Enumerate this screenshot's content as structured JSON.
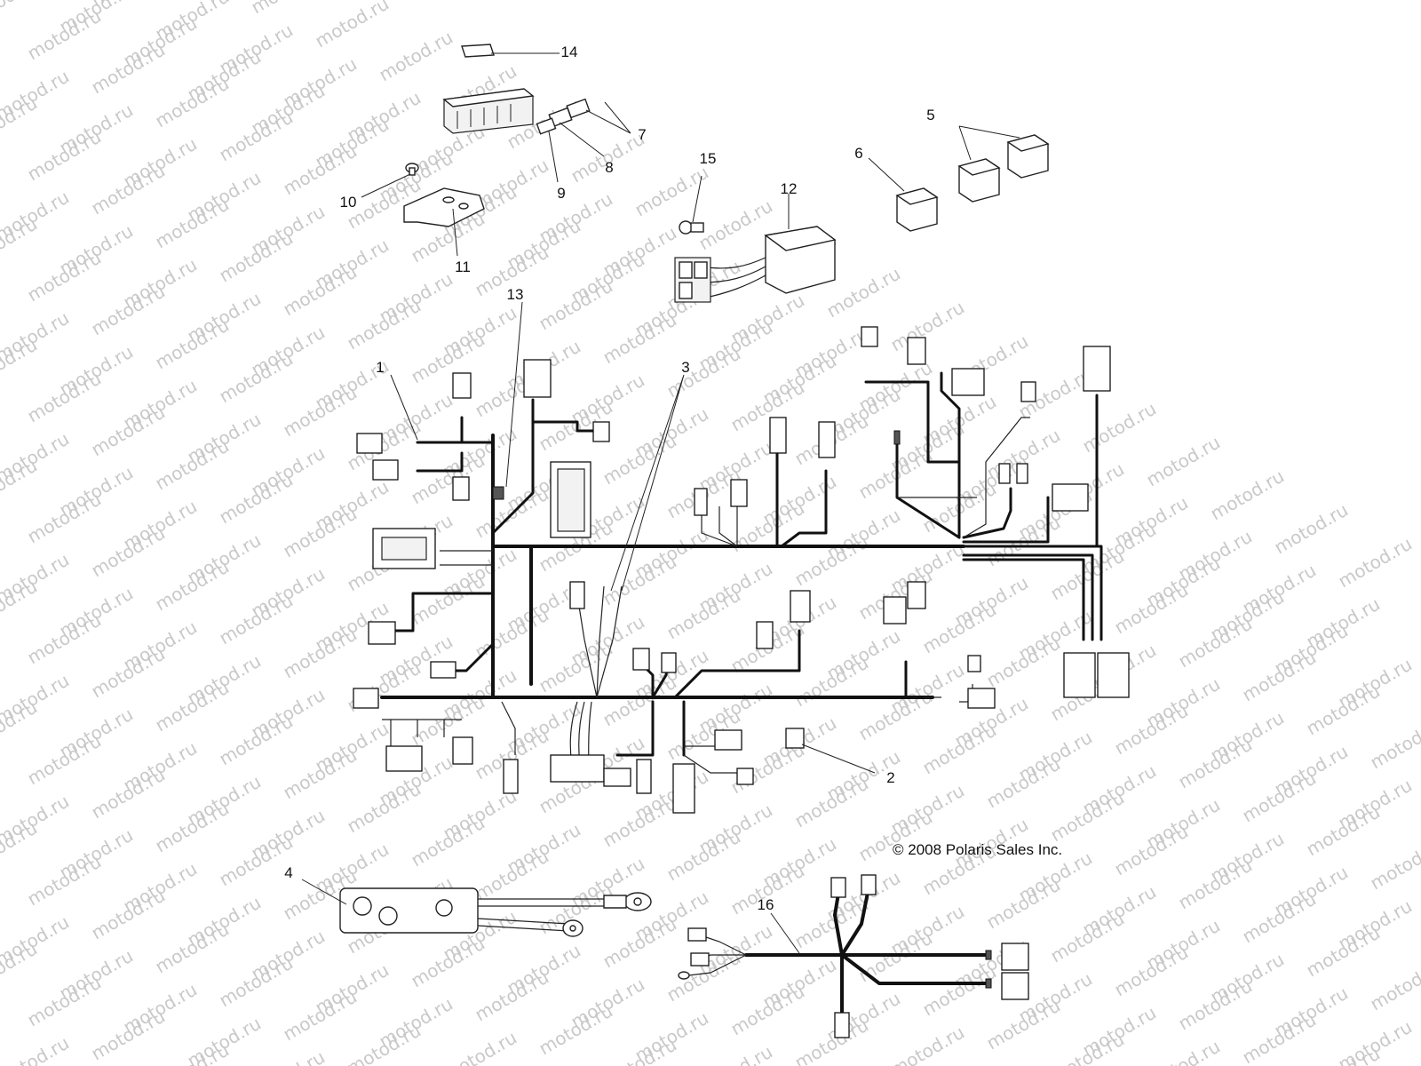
{
  "watermark": {
    "text": "motod.ru",
    "color": "#c9c9c9"
  },
  "copyright": "© 2008 Polaris Sales Inc.",
  "callouts": [
    {
      "id": "c1",
      "label": "1"
    },
    {
      "id": "c2",
      "label": "2"
    },
    {
      "id": "c3",
      "label": "3"
    },
    {
      "id": "c4",
      "label": "4"
    },
    {
      "id": "c5",
      "label": "5"
    },
    {
      "id": "c6",
      "label": "6"
    },
    {
      "id": "c7",
      "label": "7"
    },
    {
      "id": "c8",
      "label": "8"
    },
    {
      "id": "c9",
      "label": "9"
    },
    {
      "id": "c10",
      "label": "10"
    },
    {
      "id": "c11",
      "label": "11"
    },
    {
      "id": "c12",
      "label": "12"
    },
    {
      "id": "c13",
      "label": "13"
    },
    {
      "id": "c14",
      "label": "14"
    },
    {
      "id": "c15",
      "label": "15"
    },
    {
      "id": "c16",
      "label": "16"
    }
  ]
}
